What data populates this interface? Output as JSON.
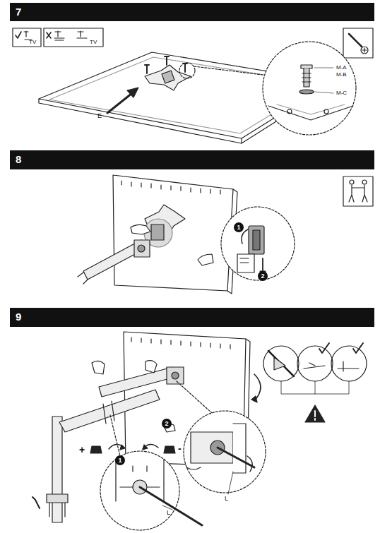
{
  "diagram": {
    "nodes": [
      {
        "text": [
          "7"
        ]
      },
      {
        "text": [
          "8"
        ]
      },
      {
        "text": [
          "9"
        ]
      },
      {
        "text": [
          "1"
        ]
      },
      {
        "text": [
          "2"
        ]
      },
      {
        "text": [
          "1"
        ]
      },
      {
        "text": [
          "2"
        ]
      }
    ],
    "labels": [
      "TV",
      "TV",
      "E",
      "M-A",
      "M-B",
      "M-C",
      "+",
      "-",
      "L",
      "L"
    ]
  }
}
